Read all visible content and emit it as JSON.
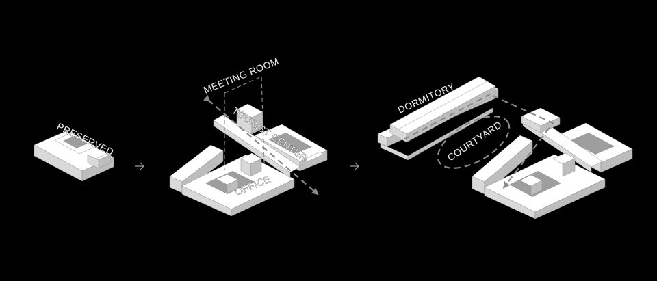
{
  "labels": {
    "preserved": "PRESERVED",
    "meeting_room": "MEETING ROOM",
    "tourist_center": "TOURIST CENTER",
    "office": "OFFICE",
    "dormitory": "DORMITORY",
    "courtyard": "COURTYARD"
  },
  "colors": {
    "background": "#000000",
    "model_white": "#ffffff",
    "model_shade": "#bdbdbd",
    "annotation_gray": "#8a8a8a"
  }
}
